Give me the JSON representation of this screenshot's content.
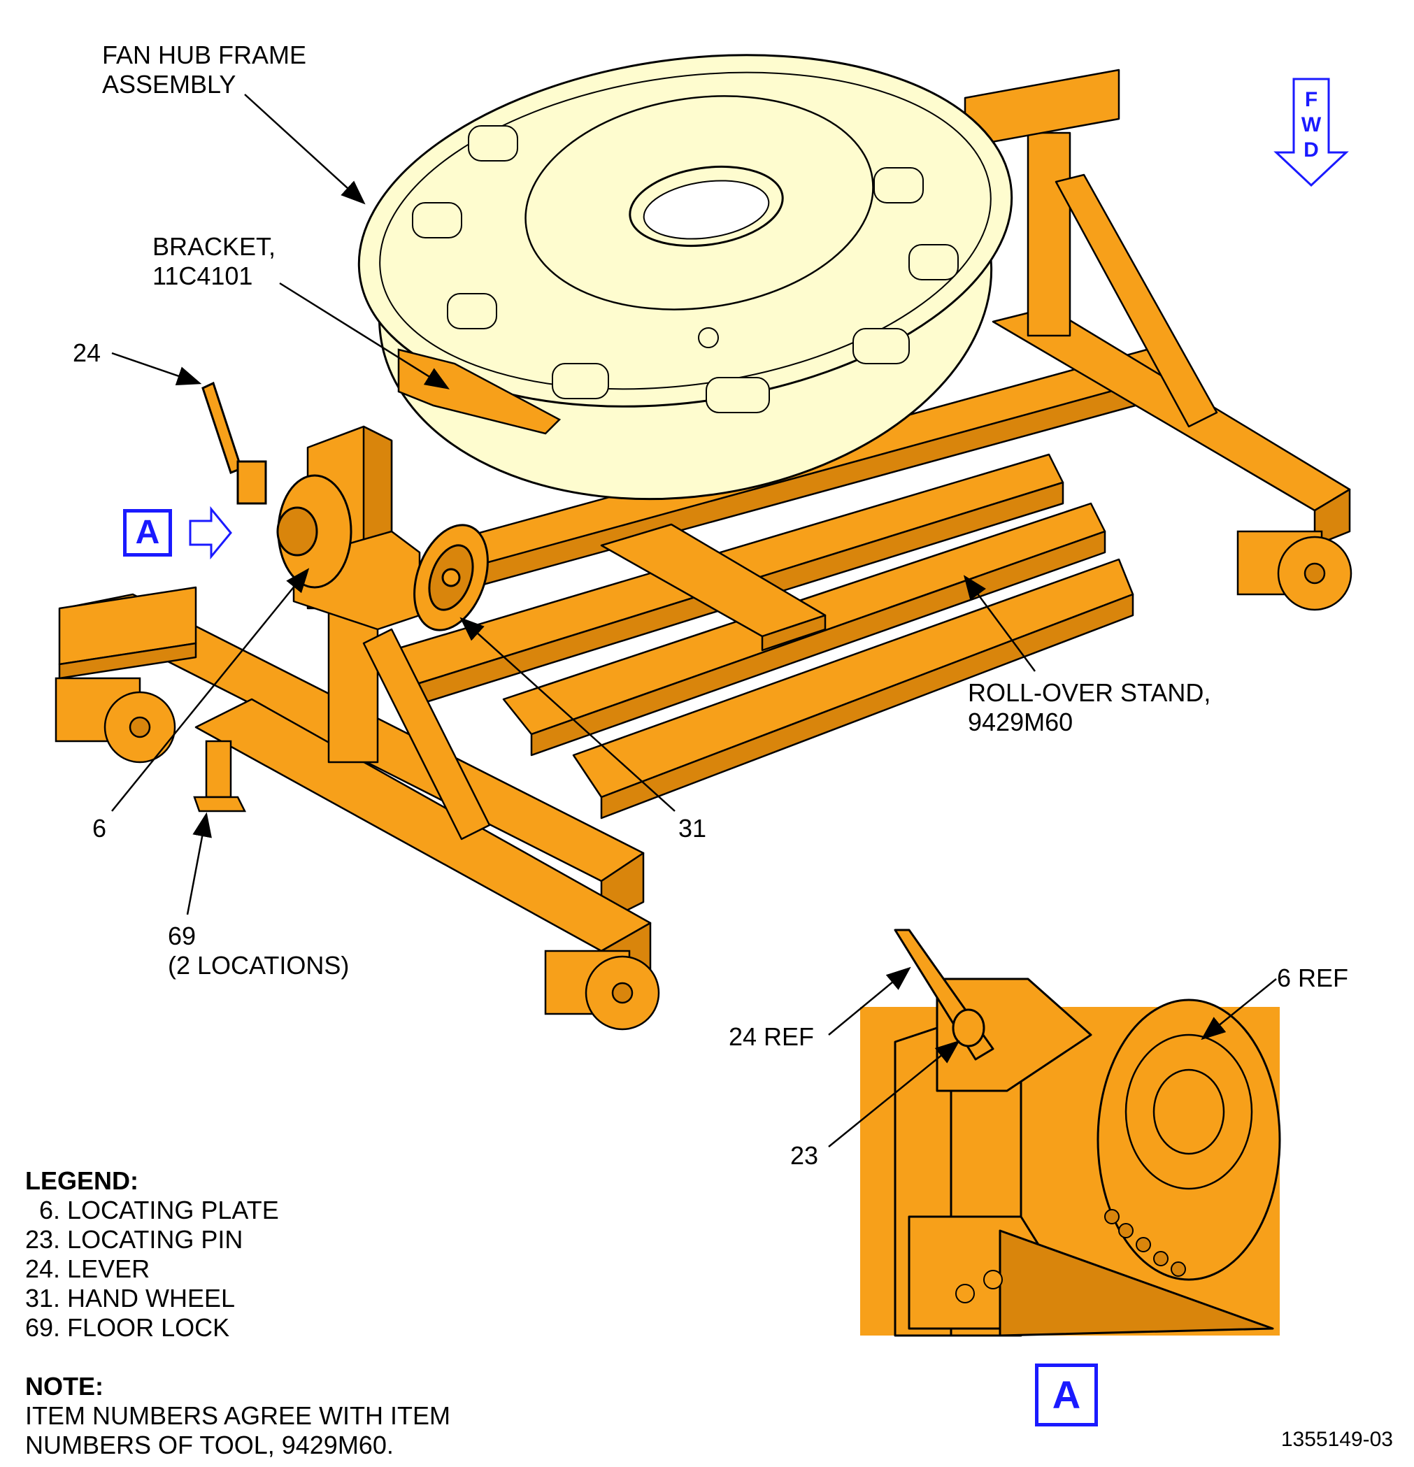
{
  "callouts": {
    "fan_hub_line1": "FAN HUB FRAME",
    "fan_hub_line2": "ASSEMBLY",
    "bracket_line1": "BRACKET,",
    "bracket_line2": "11C4101",
    "item_24": "24",
    "item_6": "6",
    "item_31": "31",
    "rollover_line1": "ROLL-OVER STAND,",
    "rollover_line2": "9429M60",
    "item_69_line1": "69",
    "item_69_line2": "(2 LOCATIONS)",
    "detail_24_ref": "24 REF",
    "detail_6_ref": "6 REF",
    "detail_23": "23"
  },
  "view_marker": "A",
  "detail_view_label": "A",
  "fwd_letters": [
    "F",
    "W",
    "D"
  ],
  "legend": {
    "title": "LEGEND:",
    "items": [
      "  6. LOCATING PLATE",
      "23. LOCATING PIN",
      "24. LEVER",
      "31. HAND WHEEL",
      "69. FLOOR LOCK"
    ]
  },
  "note": {
    "title": "NOTE:",
    "line1": "ITEM NUMBERS AGREE WITH ITEM",
    "line2": "NUMBERS OF TOOL, 9429M60."
  },
  "drawing_number": "1355149-03",
  "colors": {
    "stand": "#f7a01a",
    "stand_shade": "#d9850c",
    "hub": "#fefccf",
    "marker_blue": "#1a1aff",
    "line": "#000000"
  }
}
